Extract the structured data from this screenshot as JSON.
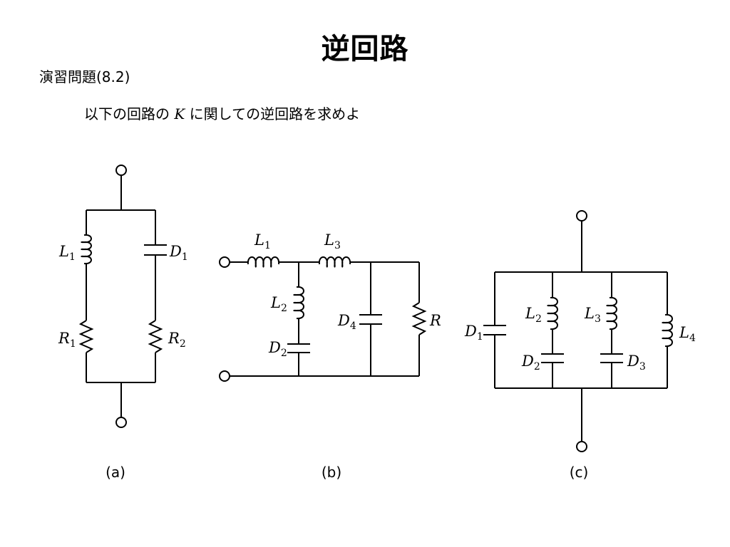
{
  "slide": {
    "title": "逆回路",
    "exercise": "演習問題(8.2)",
    "task_before": "以下の回路の",
    "task_var": "K",
    "task_after": "に関しての逆回路を求めよ"
  },
  "circuits": {
    "a": {
      "caption": "(a)",
      "labels": [
        {
          "id": "L1",
          "sym": "L",
          "sub": "1"
        },
        {
          "id": "D1",
          "sym": "D",
          "sub": "1"
        },
        {
          "id": "R1",
          "sym": "R",
          "sub": "1"
        },
        {
          "id": "R2",
          "sym": "R",
          "sub": "2"
        }
      ]
    },
    "b": {
      "caption": "(b)",
      "labels": [
        {
          "id": "L1",
          "sym": "L",
          "sub": "1"
        },
        {
          "id": "L3",
          "sym": "L",
          "sub": "3"
        },
        {
          "id": "L2",
          "sym": "L",
          "sub": "2"
        },
        {
          "id": "D2",
          "sym": "D",
          "sub": "2"
        },
        {
          "id": "D4",
          "sym": "D",
          "sub": "4"
        },
        {
          "id": "R",
          "sym": "R",
          "sub": ""
        }
      ]
    },
    "c": {
      "caption": "(c)",
      "labels": [
        {
          "id": "D1",
          "sym": "D",
          "sub": "1"
        },
        {
          "id": "L2",
          "sym": "L",
          "sub": "2"
        },
        {
          "id": "L3",
          "sym": "L",
          "sub": "3"
        },
        {
          "id": "L4",
          "sym": "L",
          "sub": "4"
        },
        {
          "id": "D2",
          "sym": "D",
          "sub": "2"
        },
        {
          "id": "D3",
          "sym": "D",
          "sub": "3"
        }
      ]
    }
  }
}
